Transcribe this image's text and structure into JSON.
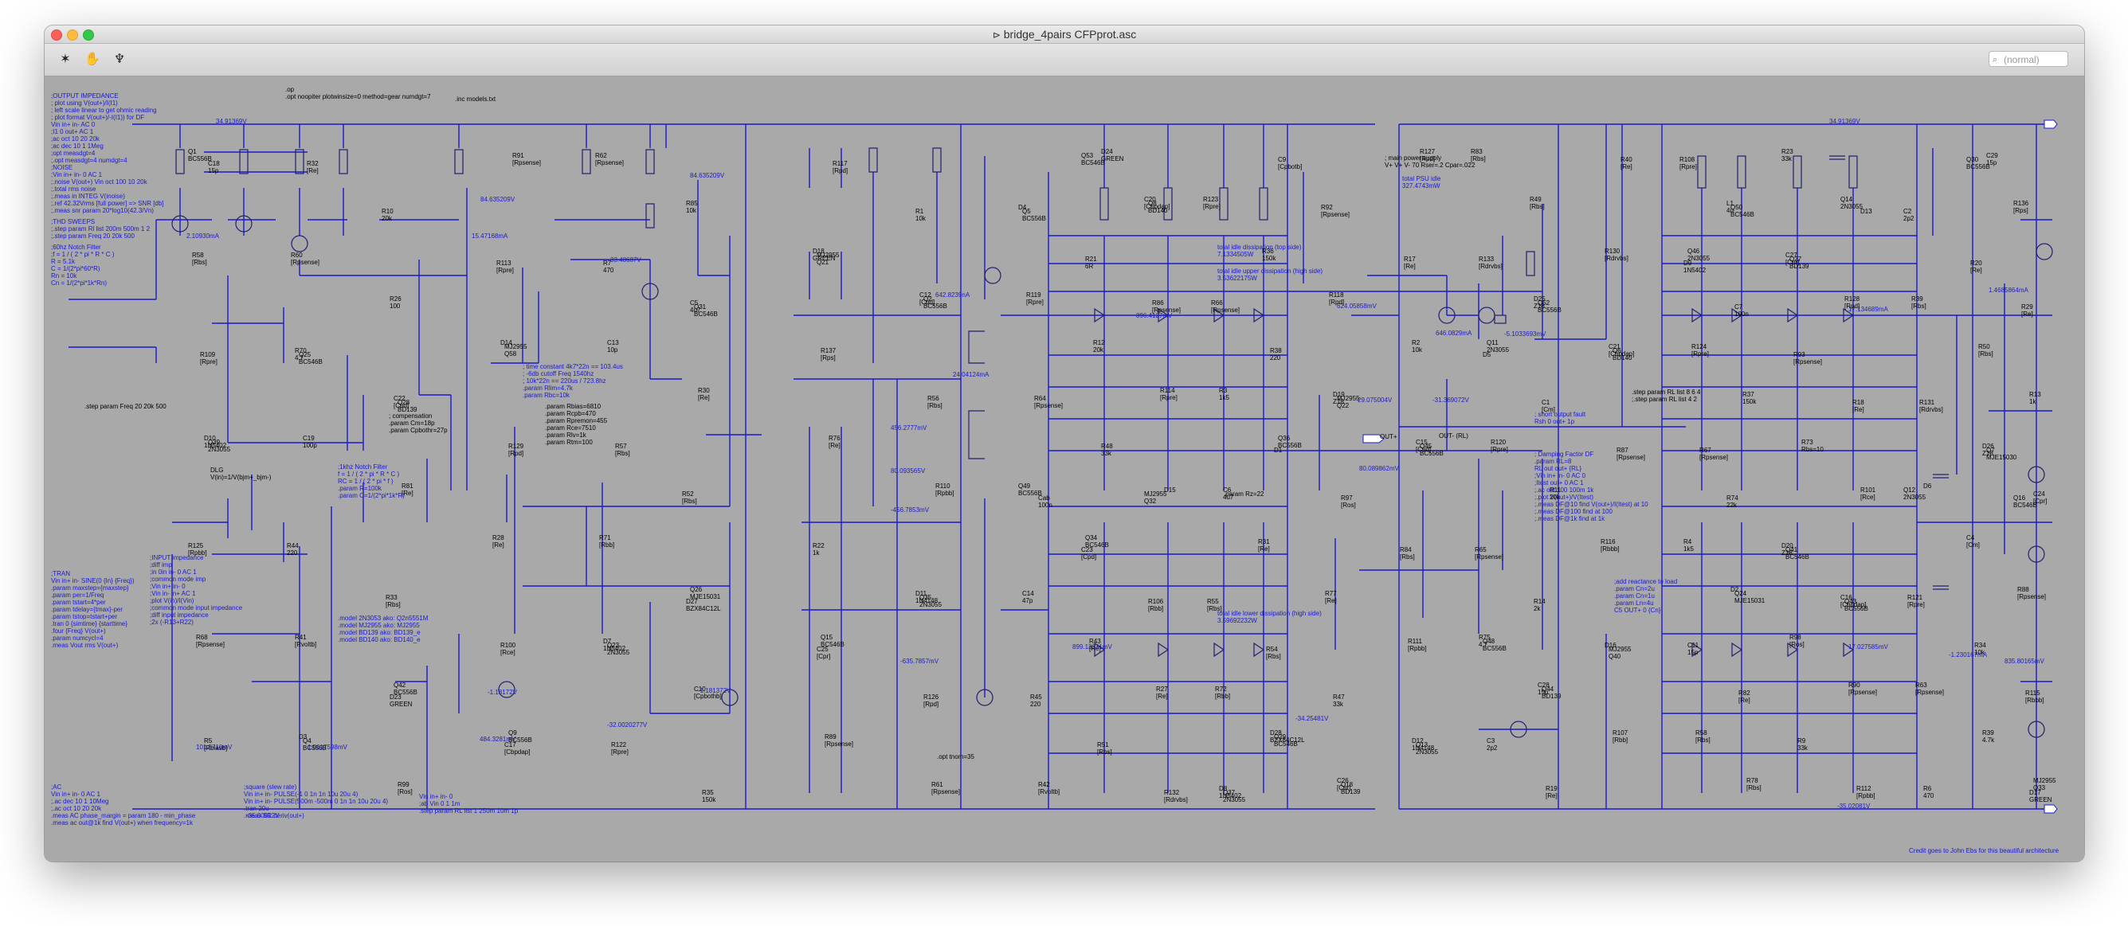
{
  "window": {
    "title": "bridge_4pairs CFPprot.asc",
    "title_icon": "op-amp-icon"
  },
  "toolbar": {
    "buttons": [
      {
        "icon": "run-icon"
      },
      {
        "icon": "hand-icon"
      },
      {
        "icon": "probe-icon"
      }
    ],
    "search_placeholder": "(normal)"
  },
  "directives": {
    "top_ops": ".op\n.opt noopiter plotwinsize=0 method=gear numdgt=7",
    "inc": ".inc models.txt",
    "output_impedance": ";OUTPUT IMPEDANCE\n; plot using V(out+)/I(I1)\n; left scale linear to get ohmic reading\n; plot format V(out+)/-I(I1)) for DF\nVin in+ in- AC 0\n;I1 0 out+ AC 1\n;ac oct 10 20 20k\n;ac dec 10 1 1Meg\n;opt measdgt=4\n;.opt measdgt=4 numdgt=4",
    "noise": ";NOISE\n;Vin in+ in- 0 AC 1\n;.noise V(out+) Vin oct 100 10 20k\n;.total rms noise\n;.meas in INTEG V(inoise)\n;.ref 42.32Vrms [full power] => SNR [db]\n;.meas snr param 20*log10(42.3/Vn)",
    "thd": ";THD SWEEPS\n;.step param Rl list 200m 500m 1 2\n;.step param Freq 20 20k 500",
    "notch": ";60hz Notch Filter\n;f = 1 / ( 2 * pi * R * C )\nR = 5.1k\nC = 1/(2*pi*60*R)\nRn = 10k\nCn = 1/(2*pi*1k*Rn)",
    "step_freq": ".step param Freq 20 20k 500",
    "dlg": "DLG\nV(in)=1/V(bjm+_bjm-)",
    "khz_notch": ";1khz Notch Filter\nf = 1 / ( 2 * pi * R * C )\nRC = 1 / ( 2 * pi * f )\n.param R=100k\n.param C=1/(2*pi*1k*R)",
    "models": ".model 2N3053 ako: Q2n5551M\n.model MJ2955 ako: MJ2955\n.model BD139 ako: BD139_e\n.model BD140 ako: BD140_e",
    "input_impedance": ";INPUT impedance\n;diff imp\n;in 0in in- 0 AC 1\n;common mode imp\n;Vin in+ in- 0\n;Vin in- in+ AC 1\n;plot V(in)/I(Vin)\n;common mode input impedance\n;diff input impedance\n;2x (-R13+R22)",
    "tran": ";TRAN\nVin in+ in- SINE(0 {In} {Freq})\n.param maxstep={maxstep}\n.param per=1/Freq\n.param tstart=4*per\n.param tdelay={tmax}-per\n.param tstop=tstart+per\n.tran 0 {simtime} {starttime}\n.four {Freq} V(out+)\n.param numcycl=4\n.meas Vout rms V(out+)",
    "ac": ";AC\nVin in+ in- 0 AC 1\n;.ac dec 10 1 10Meg\n;.ac oct 10 20 20k\n.meas AC phase_margin = param 180 - min_phase\n.meas ac out@1k find V(out+) when frequency=1k",
    "compensation": "; compensation\n.param Cm=18p\n.param Cpbothr=27p",
    "time_constant": "; time constant 4k7*22n == 103.4us\n; -6db cutoff Freq 1540hz\n; 10k*22n == 220us / 723.8hz\n.param Rlim=4.7k\n.param Rbc=10k",
    "rbias_params": ".param Rbias=6810\n.param Rcpb=470\n.param Rpremon=455\n.param Rce=7510\n.param Rlv=1k\n.param Rtm=100",
    "damping": "; Damping Factor DF\n.param RL=8\nRL out out+ {RL}\n;Vin in+ in- 0 AC 0\n;Itest out+ 0 AC 1\n;.ac oct 100 100m 1k\n;.plot V(out+)/V(Itest)\n;.meas DF@10 find V(out+)/I(Itest) at 10\n;.meas DF@100 find at 100\n;.meas DF@1k find at 1k",
    "short_fault": "; short output fault\nRsh 0 out+ 1p",
    "step_rl": ".step param RL list 8 6 4\n;.step param RL list 4 2",
    "react_load": ";add reactance to load\n.param Cn=2u\n.param Cn=1u\n.param Ln=4u\nC5 OUT+ 0 {Cn}",
    "main_supply": "; main power supply\nV+ V+ V- 70 Rser=.2 Cpar=.022",
    "total_psu": "total PSU idle\n327.4743mW",
    "top_dissip": "total idle dissipation (top side)\n7.1334505W",
    "upper_dissip": "total idle upper dissipation (high side)\n3.53622175W",
    "lower_dissip": "total idle lower dissipation (high side)\n3.59692232W",
    "param_rz": ".param Rz=22",
    "opt_tnom": ".opt tnom=35",
    "pulse": "Vin in+ in- 0\n;ab Vin 0 1 1m\n.step param RL list 1 250m 10m 1p",
    "square": ";square (slew rate)\nVin in+ in- PULSE(-1 0 1n 1n 10u 20u 4)\nVin in+ in- PULSE(500m -500m 0 1n 1n 10u 20u 4)\n.tran 20u\n.meas SR deriv(out+)",
    "credit": "Credit goes to John Ebs for this beautiful architecture",
    "out_plus": "OUT+",
    "out_minus": "OUT- (RL)"
  },
  "labels": {
    "v_top_left": "34.91369V",
    "v_top_right": "34.91369V",
    "v_bottom_left": "-35.00812V",
    "v_bottom_right": "-35.02081V",
    "i_in": "2.10930mA",
    "meas1": "84.635209V",
    "meas2": "15.47168mA",
    "meas3": "84.635209V",
    "meas4": "33.48687V",
    "meas5": "456.2777mV",
    "meas6": "-456.7853mV",
    "meas7": "80.093565V",
    "meas8": "-635.7857mV",
    "meas9": "624.05858mV",
    "meas10": "646.0829mA",
    "meas11": "-5.1033693mV",
    "meas12": "80.089862mV",
    "meas13": "17.134689mA",
    "meas14": "17.027585mV",
    "meas15": "-1.230167mA",
    "meas16": "835.80165mV",
    "meas17": "1.4685864mA",
    "meas18": "642.8239nA",
    "meas19": "24.04124mA",
    "meas20": "-32.0020277V",
    "meas21": "-34.25481V",
    "meas22": "29.075004V",
    "meas23": "-31.369072V",
    "meas24": "-1.18172V",
    "meas25": "-1.181372V",
    "meas26": "484.3281mV",
    "meas27": "896.4127mV",
    "meas28": "899.13231mV",
    "meas29": "101.5710mV",
    "meas30": "1.5617598mV"
  },
  "components": [
    "Q1\nBC556B",
    "Q2\nBC556B",
    "Q45\nBC556B",
    "Q43\nBC556B",
    "Q9\nBC556B",
    "Q8\nBD140",
    "Q6\nBD140",
    "Q16\nBC546B",
    "Q15\nBC546B",
    "Q18\nBD139",
    "Q27\nBD139",
    "Q28\nBD139",
    "Q34\nBC546B",
    "Q44\nBD139",
    "Q30\nBC556B",
    "Q31\nBC546B",
    "Q36\nBC556B",
    "Q24\nMJE15031",
    "Q4\nBC556B",
    "Q5\nBC556B",
    "Q11\n2N3055",
    "Q12\n2N3055",
    "Q23\n2N3055",
    "Q37\n2N3055",
    "Q46\n2N3055",
    "Q39\n2N3055",
    "Q35\n2N3055",
    "Q13\n2N3055",
    "Q14\n2N3055",
    "MJ2955\nQ58",
    "MJ2955\nQ32",
    "MJ2955\nQ40",
    "MJ2955\nQ33",
    "MJ2955\nQ21",
    "MJ2955\nQ22",
    "Q41\nBC546B",
    "Q42\nBC556B",
    "Q53\nBC546B",
    "Q52\nBC556B",
    "Q7\nMJE15030",
    "Q26\nMJE15031",
    "Q29\nBC546B",
    "Q50\nBC546B",
    "Q25\nBC546B",
    "Q49\nBC556B",
    "Q48\nBC556B",
    "R6\n470",
    "R7\n470",
    "R3\n1k5",
    "R4\n1k5",
    "R5\n[Rbiasb]",
    "R1\n10k",
    "R2\n10k",
    "R101\n[Rce]",
    "R100\n[Rce]",
    "R132\n[Rdrvbs]",
    "R130\n[Rdrvbs]",
    "R13\n1k",
    "R22\n1k",
    "R47\n33k",
    "R23\n33k",
    "R26\n100",
    "R48\n33k",
    "R14\n2k",
    "R39\n4.7k",
    "R85\n10k",
    "R38\n220",
    "R74\n22k",
    "R41\n[Rvoltb]",
    "R42\n[Rvoltb]",
    "R133\n[Rdrvbs]",
    "R131\n[Rdrvbs]",
    "R71\n[Rbb]",
    "R72\n[Rbb]",
    "R108\n[Rpre]",
    "R109\n[Rpre]",
    "R110\n[Rpbb]",
    "R111\n[Rpbb]",
    "R112\n[Rpbb]",
    "R113\n[Rpre]",
    "R114\n[Rpre]",
    "R116\n[Rbbb]",
    "R115\n[Rbbb]",
    "R117\n[Rpd]",
    "R118\n[Rpd]",
    "R73\nRbs=10",
    "R33\n[Rbs]",
    "R51\n[Rbs]",
    "R49\n[Rbs]",
    "R50\n[Rbs]",
    "R52\n[Rbs]",
    "R54\n[Rbs]",
    "R78\n[Rbs]",
    "R60\n[Rpsense]",
    "R64\n[Rpsense]",
    "R65\n[Rpsense]",
    "R63\n[Rpsense]",
    "R62\n[Rpsense]",
    "R66\n[Rpsense]",
    "R67\n[Rpsense]",
    "R68\n[Rpsense]",
    "R61\n[Rpsense]",
    "R17\n[Re]",
    "R18\n[Re]",
    "R28\n[Re]",
    "R27\n[Re]",
    "R40\n[Re]",
    "R29\n[Re]",
    "R76\n[Re]",
    "R77\n[Re]",
    "R9\n33k",
    "R10\n20k",
    "R12\n20k",
    "R11\n20k",
    "R34\n10k",
    "R35\n150k",
    "R36\n150k",
    "R37\n150k",
    "R44\n220",
    "R45\n220",
    "R83\n[Rbs]",
    "R39\n[Rbs]",
    "R57\n[Rbs]",
    "R55\n[Rbs]",
    "R58\n[Rbs]",
    "R58\n[Rbs]",
    "R56\n[Rbs]",
    "R84\n[Rbs]",
    "R90\n[Rpsense]",
    "R91\n[Rpsense]",
    "R86\n[Rpsense]",
    "R87\n[Rpsense]",
    "R88\n[Rpsense]",
    "R89\n[Rpsense]",
    "R92\n[Rpsense]",
    "R93\n[Rpsense]",
    "R81\n[Re]",
    "R43\n[Re]",
    "R19\n[Re]",
    "R20\n[Re]",
    "R30\n[Re]",
    "R31\n[Re]",
    "R82\n[Re]",
    "R32\n[Re]",
    "R119\n[Rpre]",
    "R120\n[Rpre]",
    "R121\n[Rpre]",
    "R122\n[Rpre]",
    "R123\n[Rpre]",
    "R124\n[Rpre]",
    "R125\n[Rpbb]",
    "R126\n[Rpd]",
    "R127\n[Rpd]",
    "R128\n[Rpd]",
    "R129\n[Rpd]",
    "R106\n[Rbb]",
    "R107\n[Rbb]",
    "R136\n[Rps]",
    "R137\n[Rps]",
    "R97\n[Ros]",
    "R98\n[Ros]",
    "R99\n[Ros]",
    "R21\n6R",
    "C1\n[Cm]",
    "C4\n[Cm]",
    "C10\n[Cpbothb]",
    "C9\n[Cpbotb]",
    "C7\n100n",
    "C19\n100p",
    "C14\n47p",
    "C3\n2p2",
    "C2\n2p2",
    "C13\n10p",
    "C6\n4u7",
    "C11\n15p",
    "C18\n15p",
    "C12\n[Cpd]",
    "C15\n[Cpd]",
    "C16\n[Cbpdap]",
    "C17\n[Cbpdap]",
    "C20\n[Cbpdap]",
    "C21\n[Cbpdap]",
    "C24\n[Cpr]",
    "C25\n[Cpr]",
    "C26\n[Cpr]",
    "C27\n[Cpr]",
    "C22\n[Cpd]",
    "C23\n[Cpd]",
    "C28\n15p",
    "C29\n15p",
    "C5\n4u7",
    "D1",
    "D2",
    "D3",
    "D4",
    "D5",
    "D6",
    "D7\n1N5402",
    "D8\n1N5402",
    "D9\n1N5402",
    "D10\n1N5402",
    "D11\n1N4148",
    "D12\n1N4148",
    "D13",
    "D14",
    "D15",
    "D16",
    "D17\nGREEN",
    "D18\nGREEN",
    "D19\nZ18",
    "D20\nZ18",
    "D23\nGREEN",
    "D24\nGREEN",
    "D25\nZ18",
    "D26\nZ18",
    "D27\nBZX84C12L",
    "D28\nBZX84C12L",
    "L1\n4u",
    "R70\n4.7",
    "Cab\n100n",
    "R75\n4.7"
  ]
}
